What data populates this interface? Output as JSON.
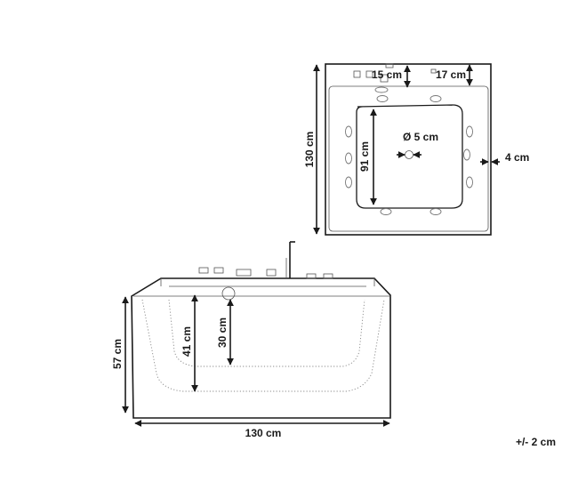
{
  "top_view": {
    "overall_width": "130 cm",
    "panel_depth_left": "15 cm",
    "panel_depth_right": "17 cm",
    "drain_diameter": "Ø 5 cm",
    "inner_length": "91 cm",
    "rim_width": "4 cm"
  },
  "side_view": {
    "total_height": "57 cm",
    "inner_depth": "41 cm",
    "water_depth": "30 cm",
    "overall_length": "130 cm"
  },
  "tolerance": "+/- 2 cm"
}
